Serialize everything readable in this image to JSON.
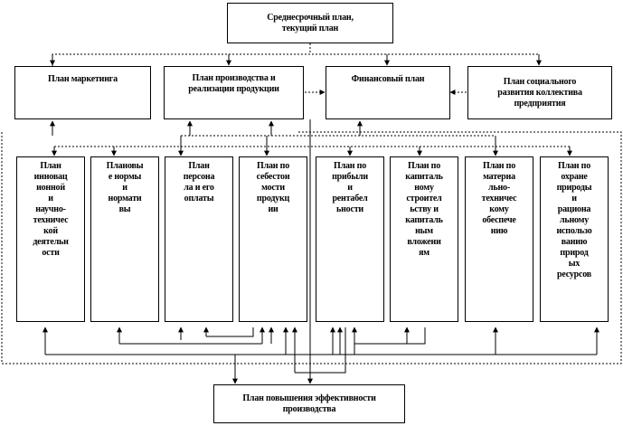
{
  "root": {
    "label": "Среднесрочный план,\nтекущий план"
  },
  "level2": [
    {
      "label": "План маркетинга"
    },
    {
      "label": "План производства и\nреализации продукции"
    },
    {
      "label": "Финансовый план"
    },
    {
      "label": "План социального\nразвития коллектива\nпредприятия"
    }
  ],
  "level3": [
    {
      "label": "План\nинновац\nионной\nи\nнаучно-\nтехничес\nкой\nдеятельн\nости"
    },
    {
      "label": "Плановы\nе нормы\nи\nнормати\nвы"
    },
    {
      "label": "План\nперсона\nла и его\nоплаты"
    },
    {
      "label": "План по\nсебестои\nмости\nпродукц\nии"
    },
    {
      "label": "План по\nприбыли\nи\nрентабел\nьности"
    },
    {
      "label": "План по\nкапиталь\nному\nстроител\nьству и\nкапиталь\nным\nвложени\nям"
    },
    {
      "label": "План по\nматериа\nльно-\nтехничес\nкому\nобеспече\nнию"
    },
    {
      "label": "План по\nохране\nприроды\nи\nрациона\nльному\nиспользо\nванию\nприрод\nых\nресурсов"
    }
  ],
  "bottom": {
    "label": "План повышения эффективности\nпроизводства"
  }
}
